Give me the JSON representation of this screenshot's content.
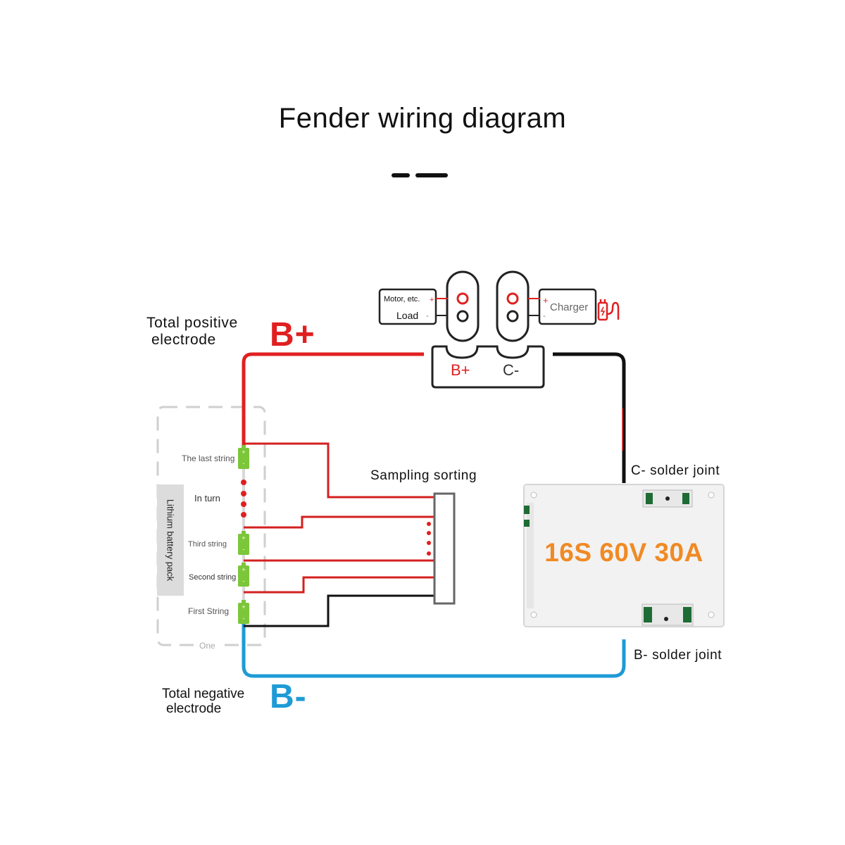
{
  "title": "Fender wiring diagram",
  "labels": {
    "total_positive_line1": "Total positive",
    "total_positive_line2": "electrode",
    "total_negative_line1": "Total negative",
    "total_negative_line2": "electrode",
    "b_plus": "B+",
    "b_minus": "B-",
    "sampling_sorting": "Sampling sorting",
    "c_solder_joint": "C- solder joint",
    "b_solder_joint": "B- solder joint",
    "bms_rating": "16S 60V 30A",
    "battery_pack": "Lithium battery pack",
    "motor": "Motor, etc.",
    "load": "Load",
    "charger": "Charger",
    "bms_bplus": "B+",
    "bms_cminus": "C-",
    "plus_sign": "+",
    "minus_sign": "-"
  },
  "strings": {
    "last": "The last string",
    "in_turn": "In turn",
    "third": "Third string",
    "second": "Second string",
    "first": "First String",
    "one": "One"
  },
  "colors": {
    "positive_wire": "#e02020",
    "negative_wire": "#1e9bd6",
    "balance_wire": "#d42020",
    "ground_wire": "#111111",
    "bms_text": "#f08a24",
    "cell_green": "#7cc63a"
  },
  "icons": [
    "charger-plug-icon"
  ]
}
